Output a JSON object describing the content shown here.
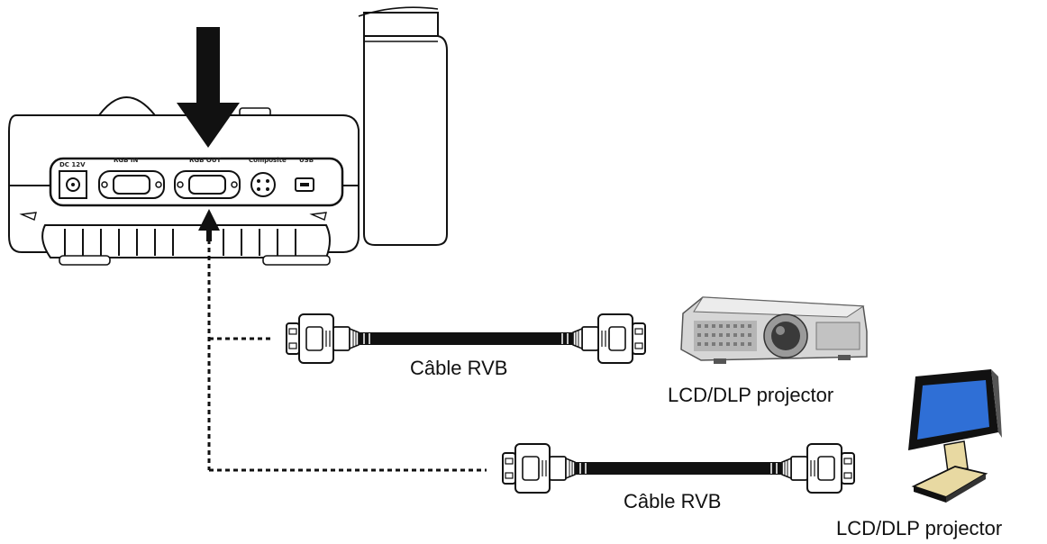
{
  "labels": {
    "cable_1": "Câble RVB",
    "cable_2": "Câble RVB",
    "projector": "LCD/DLP projector",
    "monitor": "LCD/DLP projector"
  },
  "ports": [
    "DC 12V",
    "RGB IN",
    "RGB OUT",
    "Composite",
    "USB"
  ],
  "colors": {
    "line": "#111111",
    "monitor_screen": "#2f6fd6",
    "monitor_stand": "#e8d9a2",
    "projector_body": "#c9c9c9"
  },
  "icons": {
    "insert_arrow": "arrow-down-icon",
    "signal_arrow": "arrow-up-icon"
  }
}
